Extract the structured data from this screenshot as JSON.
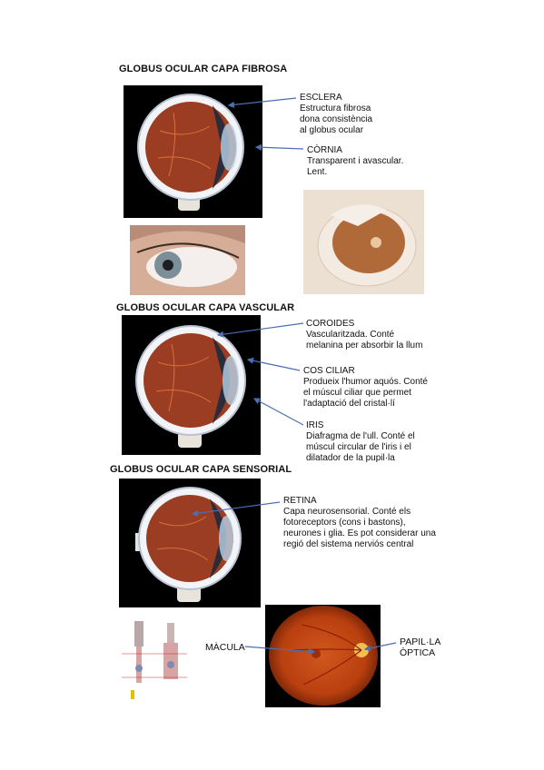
{
  "sections": {
    "fibrosa": {
      "title": "GLOBUS OCULAR CAPA FIBROSA",
      "esclera": {
        "name": "ESCLERA",
        "lines": [
          "Estructura fibrosa",
          "dona consistència",
          "al globus ocular"
        ]
      },
      "cornia": {
        "name": "CÒRNIA",
        "lines": [
          "Transparent i avascular.",
          "Lent."
        ]
      }
    },
    "vascular": {
      "title": "GLOBUS OCULAR CAPA VASCULAR",
      "coroides": {
        "name": "COROIDES",
        "lines": [
          "Vascularitzada. Conté",
          "melanina per absorbir la llum"
        ]
      },
      "cos_ciliar": {
        "name": "COS CILIAR",
        "lines": [
          "Produeix l'humor aquós. Conté",
          "el múscul ciliar que permet",
          "l'adaptació del cristal·lí"
        ]
      },
      "iris": {
        "name": "IRIS",
        "lines": [
          "Diafragma de l'ull. Conté el",
          "múscul circular de l'iris i el",
          "dilatador de la pupil·la"
        ]
      }
    },
    "sensorial": {
      "title": "GLOBUS OCULAR CAPA SENSORIAL",
      "retina": {
        "name": "RETINA",
        "lines": [
          "Capa neurosensorial. Conté els",
          "fotoreceptors (cons i bastons),",
          "neurones i glia. Es pot considerar una",
          "regió del sistema nerviós central"
        ]
      },
      "macula": "MÀCULA",
      "papilla": [
        "PAPIL·LA",
        "ÒPTICA"
      ]
    }
  },
  "colors": {
    "arrow": "#4a6fb5",
    "fundus": "#c4481a",
    "eye_bg": "#000000"
  }
}
